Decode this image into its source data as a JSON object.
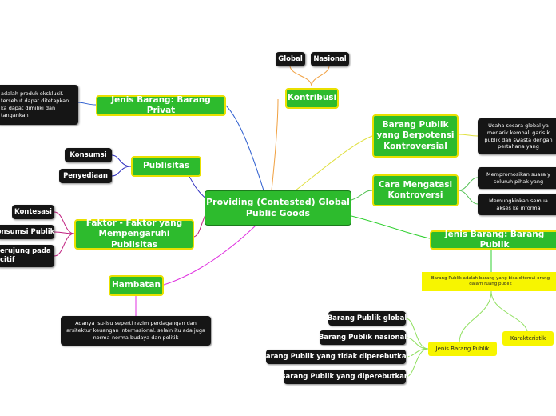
{
  "central": "Providing (Contested) Global Public Goods",
  "kontribusi": {
    "label": "Kontribusi",
    "children": [
      "Global",
      "Nasional"
    ]
  },
  "jenis_privat": {
    "label": "Jenis Barang: Barang Privat",
    "note": "adalah produk eksklusif. tersebut dapat ditetapkan ka dapat dimiliki dan tangankan"
  },
  "publisitas": {
    "label": "Publisitas",
    "children": [
      "Konsumsi",
      "Penyediaan"
    ]
  },
  "faktor": {
    "label": "Faktor - Faktor yang Mempengaruhi Publisitas",
    "children": [
      "Kontesasi",
      "onsumsi Publik",
      "erujung pada citif"
    ]
  },
  "hambatan": {
    "label": "Hambatan",
    "note": "Adanya isu-isu seperti rezim perdagangan dan arsitektur keuangan internasional. selain itu ada juga norma-norma budaya dan politik"
  },
  "kontroversial": {
    "label": "Barang Publik yang Berpotensi Kontroversial",
    "note": "Usaha secara global ya menarik kembali garis k publik dan swasta dengan pertahana yang"
  },
  "mengatasi": {
    "label": "Cara Mengatasi Kontroversi",
    "notes": [
      "Mempromosikan suara y seluruh pihak yang",
      "Memungkinkan semua akses ke informa"
    ]
  },
  "jenis_publik": {
    "label": "Jenis Barang: Barang Publik",
    "note": "Barang Publik adalah barang yang bisa ditemui orang dalam ruang publik",
    "sub": {
      "label": "Jenis Barang Publik",
      "items": [
        "Barang Publik global",
        "Barang Publik nasional",
        "Barang Publik yang tidak diperebutkan",
        "Barang Publik yang diperebutkan"
      ]
    },
    "karakteristik": "Karakteristik"
  },
  "colors": {
    "node_green": "#2dbb2d",
    "node_border": "#e9e000",
    "note_black": "#151515",
    "note_yellow": "#f7f500"
  }
}
